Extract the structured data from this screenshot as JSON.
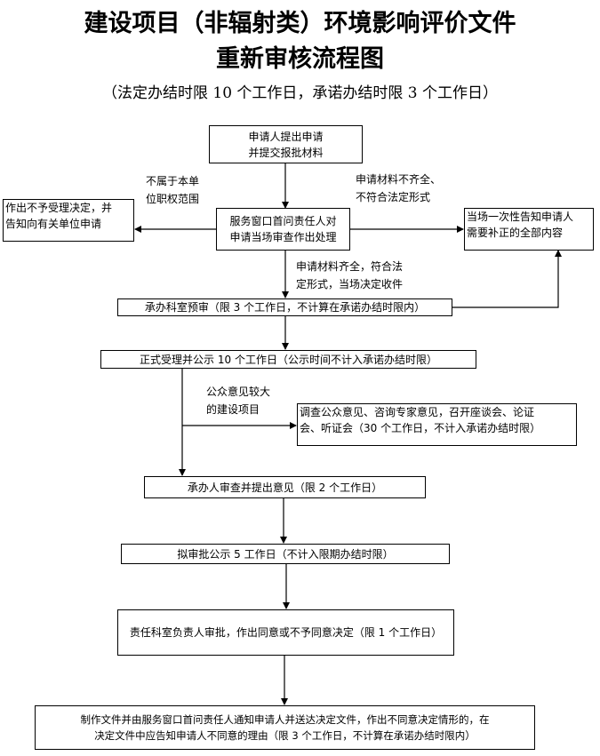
{
  "title": {
    "line1": "建设项目（非辐射类）环境影响评价文件",
    "line2": "重新审核流程图",
    "subtitle": "（法定办结时限 10 个工作日，承诺办结时限 3 个工作日）"
  },
  "nodes": {
    "apply": [
      "申请人提出申请",
      "并提交报批材料"
    ],
    "reject": [
      "作出不予受理决定，并",
      "告知向有关单位申请"
    ],
    "window": [
      "服务窗口首问责任人对",
      "申请当场审查作出处理"
    ],
    "notify": [
      "当场一次性告知申请人",
      "需要补正的全部内容"
    ],
    "preview": "承办科室预审（限 3 个工作日，不计算在承诺办结时限内）",
    "accept": "正式受理并公示 10 个工作日（公示时间不计入承诺办结时限）",
    "survey": [
      "调查公众意见、咨询专家意见，召开座谈会、论证",
      "会、听证会（30 个工作日，不计入承诺办结时限）"
    ],
    "review": "承办人审查并提出意见（限 2 个工作日）",
    "publicize": "拟审批公示 5 工作日（不计入限期办结时限）",
    "approve": "责任科室负责人审批，作出同意或不予同意决定（限 1 个工作日）",
    "final": [
      "制作文件并由服务窗口首问责任人通知申请人并送达决定文件，作出不同意决定情形的，在",
      "决定文件中应告知申请人不同意的理由（限 3 个工作日，不计算在承诺办结时限内）"
    ]
  },
  "edge_labels": {
    "not_scope": [
      "不属于本单",
      "位职权范围"
    ],
    "incomplete": [
      "申请材料不齐全、",
      "不符合法定形式"
    ],
    "complete": [
      "申请材料齐全，符合法",
      "定形式，当场决定收件"
    ],
    "public_concern": [
      "公众意见较大",
      "的建设项目"
    ]
  }
}
